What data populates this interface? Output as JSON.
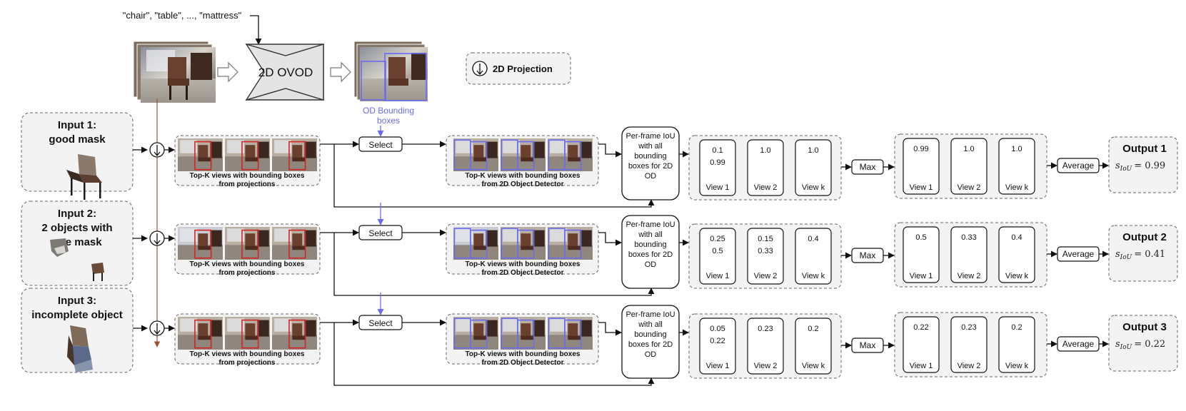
{
  "classes_text": "\"chair\", \"table\", ..., \"mattress\"",
  "detector_label": "2D OVOD",
  "od_boxes_label": [
    "OD Bounding",
    "boxes"
  ],
  "legend_label": "2D Projection",
  "topk_proj_caption": [
    "Top-K views with bounding boxes",
    "from projections"
  ],
  "topk_det_caption": [
    "Top-K views with bounding boxes",
    "from 2D Object Detector"
  ],
  "select_label": "Select",
  "iou_label": [
    "Per-frame IoU",
    "with all",
    "bounding",
    "boxes for 2D",
    "OD"
  ],
  "max_label": "Max",
  "average_label": "Average",
  "view_labels": [
    "View 1",
    "View 2",
    "View k"
  ],
  "score_symbol": "s",
  "score_subscript": "IoU",
  "rows": [
    {
      "input_title": [
        "Input 1:",
        "good mask"
      ],
      "ious": [
        [
          "0.1",
          "0.99"
        ],
        [
          "1.0"
        ],
        [
          "1.0"
        ]
      ],
      "max_values": [
        "0.99",
        "1.0",
        "1.0"
      ],
      "output_title": "Output 1",
      "score": "= 0.99"
    },
    {
      "input_title": [
        "Input 2:",
        "2 objects with",
        "one mask"
      ],
      "ious": [
        [
          "0.25",
          "0.5"
        ],
        [
          "0.15",
          "0.33"
        ],
        [
          "0.4"
        ]
      ],
      "max_values": [
        "0.5",
        "0.33",
        "0.4"
      ],
      "output_title": "Output 2",
      "score": "= 0.41"
    },
    {
      "input_title": [
        "Input 3:",
        "incomplete object"
      ],
      "ious": [
        [
          "0.05",
          "0.22"
        ],
        [
          "0.23"
        ],
        [
          "0.2"
        ]
      ],
      "max_values": [
        "0.22",
        "0.23",
        "0.2"
      ],
      "output_title": "Output 3",
      "score": "= 0.22"
    }
  ],
  "colors": {
    "projection_box": "#d42424",
    "detector_box": "#6b6bf0",
    "od_flow": "#6b6bf0",
    "image_flow": "#a0522d",
    "panel_fill": "#f3f3f3",
    "dash_stroke": "#666666"
  }
}
